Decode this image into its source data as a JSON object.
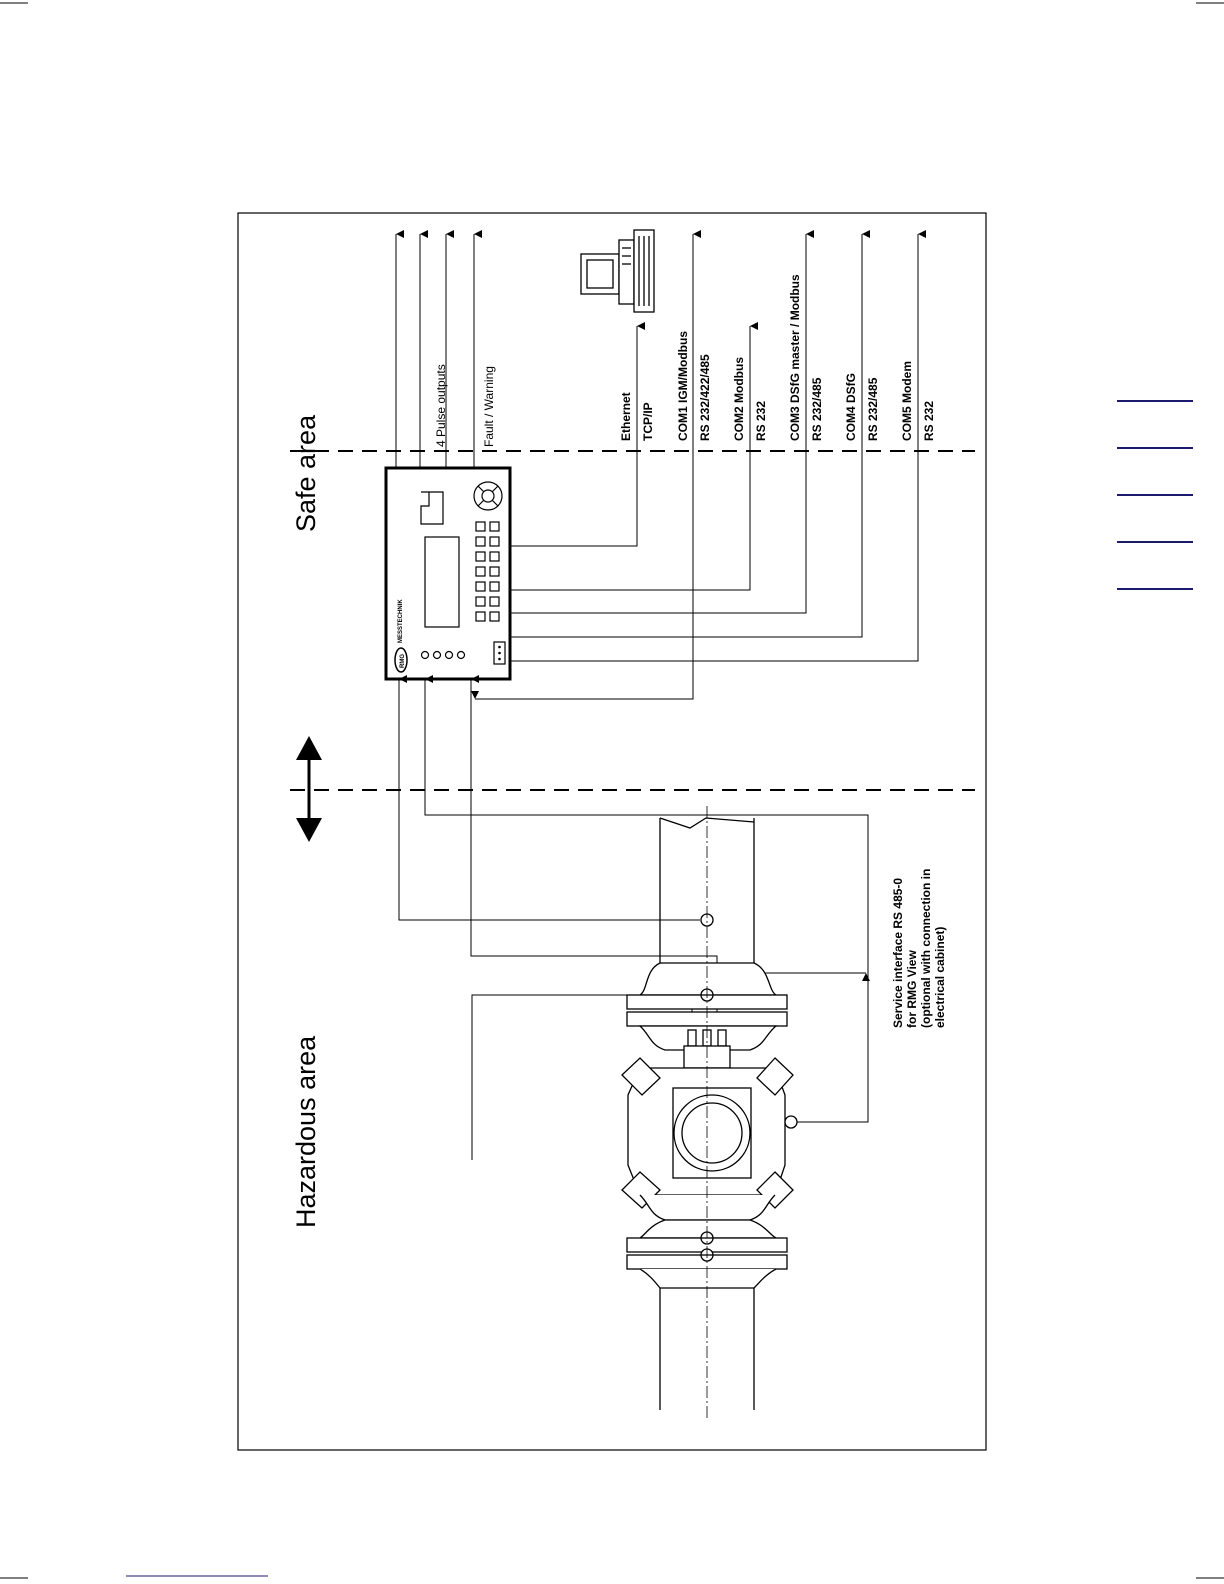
{
  "zones": {
    "safe_label": "Safe area",
    "hazardous_label": "Hazardous area"
  },
  "device": {
    "brand_logo": "RMG",
    "brand_text": "MESSTECHNIK"
  },
  "outputs": {
    "pulse": "4 Pulse outputs",
    "fault": "Fault / Warning"
  },
  "interfaces": [
    {
      "line1": "Ethernet",
      "line2": "TCP/IP"
    },
    {
      "line1": "COM1 IGM/Modbus",
      "line2": "RS 232/422/485"
    },
    {
      "line1": "COM2 Modbus",
      "line2": "RS 232"
    },
    {
      "line1": "COM3 DSfG master / Modbus",
      "line2": "RS 232/485"
    },
    {
      "line1": "COM4 DSfG",
      "line2": "RS 232/485"
    },
    {
      "line1": "COM5 Modem",
      "line2": "RS 232"
    }
  ],
  "service": {
    "line1": "Service interface RS 485-0",
    "line2": "for RMG View",
    "line3": "(optional with connection in",
    "line4": "electrical cabinet)"
  },
  "icons": [
    "computer-icon",
    "double-arrow-icon",
    "rmg-logo-icon",
    "gas-meter-icon"
  ]
}
